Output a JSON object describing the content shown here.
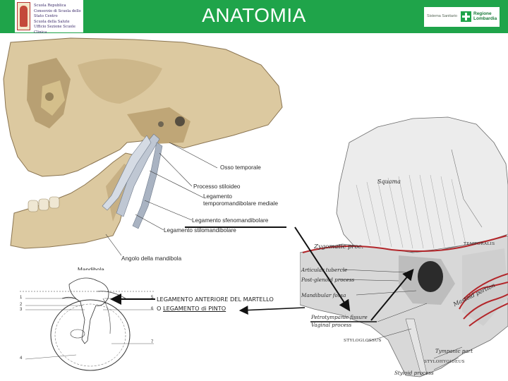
{
  "header": {
    "title": "ANATOMIA",
    "left_logo_lines": [
      "Scuola Republica",
      "Consorzio di Scuola dello Stato Centro",
      "Scuola della Salute",
      "Ufficio Sezione Scuole Clinica"
    ],
    "right_logo": {
      "sistema": "Sistema Sanitario",
      "regione_line1": "Regione",
      "regione_line2": "Lombardia"
    }
  },
  "skull_labels": {
    "osso_temporale": "Osso temporale",
    "processo_stiloideo": "Processo stiloideo",
    "lig_tm_1": "Legamento",
    "lig_tm_2": "temporomandibolare mediale",
    "lig_sfeno": "Legamento sfenomandibolare",
    "lig_stilo": "Legamento stilomandibolare",
    "angolo": "Angolo della mandibola",
    "mandibola": "Mandibola"
  },
  "gray_labels": {
    "squama": "Squama",
    "zygomatic": "Zygomatic proc.",
    "temporalis": "TEMPORALIS",
    "mastoid": "Mastoid portion",
    "artic_tubercle": "Articular tubercle",
    "post_glenoid": "Post-glenoid process",
    "mandibular_fossa": "Mandibular fossa",
    "petrotympanic": "Petrotympanic fissure",
    "vaginal": "Vaginal process",
    "styloglossus": "STYLOGLOSSUS",
    "tympanic": "Tympanic part",
    "stylohyoideus": "STYLOHYOIDEUS",
    "styloid": "Styloid process"
  },
  "ear_numbers": [
    "1",
    "2",
    "3",
    "4",
    "5",
    "6",
    "7"
  ],
  "caption": {
    "line1": "LEGAMENTO ANTERIORE DEL MARTELLO",
    "line2_prefix": "O ",
    "line2_link": "LEGAMENTO di PINTO"
  },
  "colors": {
    "header_green": "#1fa44a",
    "bone": "#dcc9a0",
    "red_line": "#b3262a"
  }
}
